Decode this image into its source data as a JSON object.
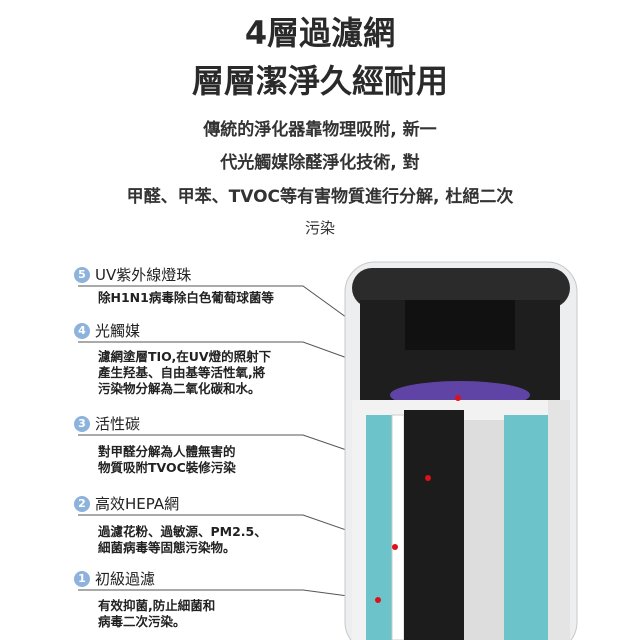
{
  "heading": {
    "line1": "4層過濾網",
    "line2": "層層潔淨久經耐用"
  },
  "intro": [
    "傳統的淨化器靠物理吸附, 新一",
    "代光觸媒除醛淨化技術, 對",
    "甲醛、甲苯、TVOC等有害物質進行分解, 杜絕二次",
    "污染"
  ],
  "layers": [
    {
      "num": "5",
      "title": "UV紫外線燈珠",
      "desc": [
        "除H1N1病毒除白色葡萄球菌等"
      ]
    },
    {
      "num": "4",
      "title": "光觸媒",
      "desc": [
        "濾網塗層TIO,在UV燈的照射下",
        "產生羟基、自由基等活性氧,將",
        "污染物分解為二氧化碳和水。"
      ]
    },
    {
      "num": "3",
      "title": "活性碳",
      "desc": [
        "對甲醛分解為人體無害的",
        "物質吸附TVOC裝修污染"
      ]
    },
    {
      "num": "2",
      "title": "高效HEPA網",
      "desc": [
        "過濾花粉、過敏源、PM2.5、",
        "細菌病毒等固態污染物。"
      ]
    },
    {
      "num": "1",
      "title": "初級過濾",
      "desc": [
        "有效抑菌,防止細菌和",
        "病毒二次污染。"
      ]
    }
  ],
  "colors": {
    "badge": "#8db3dc",
    "hepa": "#6cc3c9",
    "uv": "#8a5cff",
    "marker": "#e0101a"
  }
}
